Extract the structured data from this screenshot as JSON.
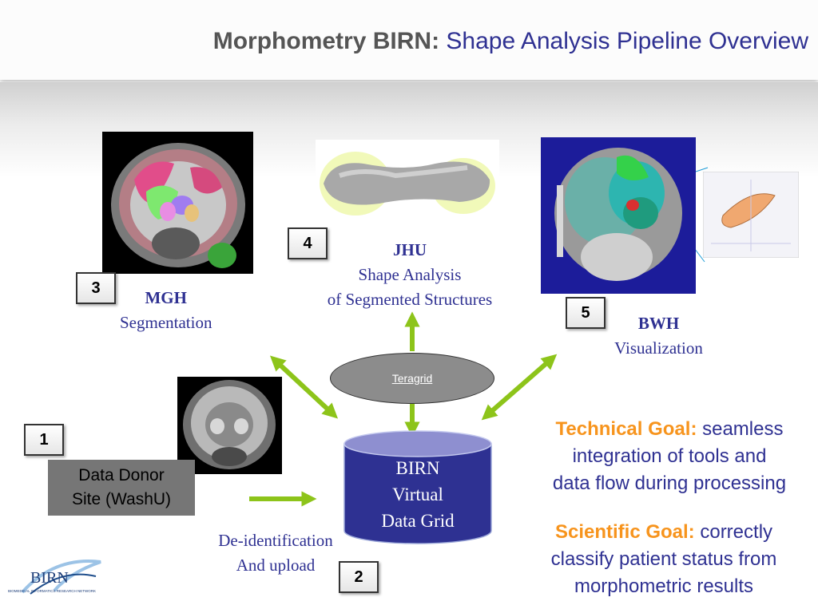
{
  "title": {
    "prefix": "Morphometry BIRN:",
    "rest": "Shape Analysis  Pipeline Overview"
  },
  "steps": {
    "s1": "1",
    "s2": "2",
    "s3": "3",
    "s4": "4",
    "s5": "5"
  },
  "sites": {
    "mgh": {
      "name": "MGH",
      "role": "Segmentation"
    },
    "jhu": {
      "name": "JHU",
      "role_line1": "Shape Analysis",
      "role_line2": "of Segmented Structures"
    },
    "bwh": {
      "name": "BWH",
      "role": "Visualization"
    }
  },
  "donor": {
    "line1": "Data Donor",
    "line2": "Site (WashU)"
  },
  "upload": {
    "line1": "De-identification",
    "line2": "And upload"
  },
  "teragrid": {
    "label": "Teragrid"
  },
  "grid": {
    "line1": "BIRN",
    "line2": "Virtual",
    "line3": "Data Grid"
  },
  "technical_goal": {
    "label": "Technical Goal:",
    "text_start": "seamless",
    "line2": "integration of tools and",
    "line3": "data flow during processing"
  },
  "scientific_goal": {
    "label": "Scientific Goal:",
    "text_start": "correctly",
    "line2": "classify patient status from",
    "line3": "morphometric results"
  },
  "logo": {
    "name": "BIRN",
    "tagline": "BIOMEDICAL INFORMATICS RESEARCH NETWORK"
  },
  "colors": {
    "accent_blue": "#2f3192",
    "goal_orange": "#f7941d",
    "arrow_green": "#8dc41a",
    "cylinder": "#2e3192"
  }
}
